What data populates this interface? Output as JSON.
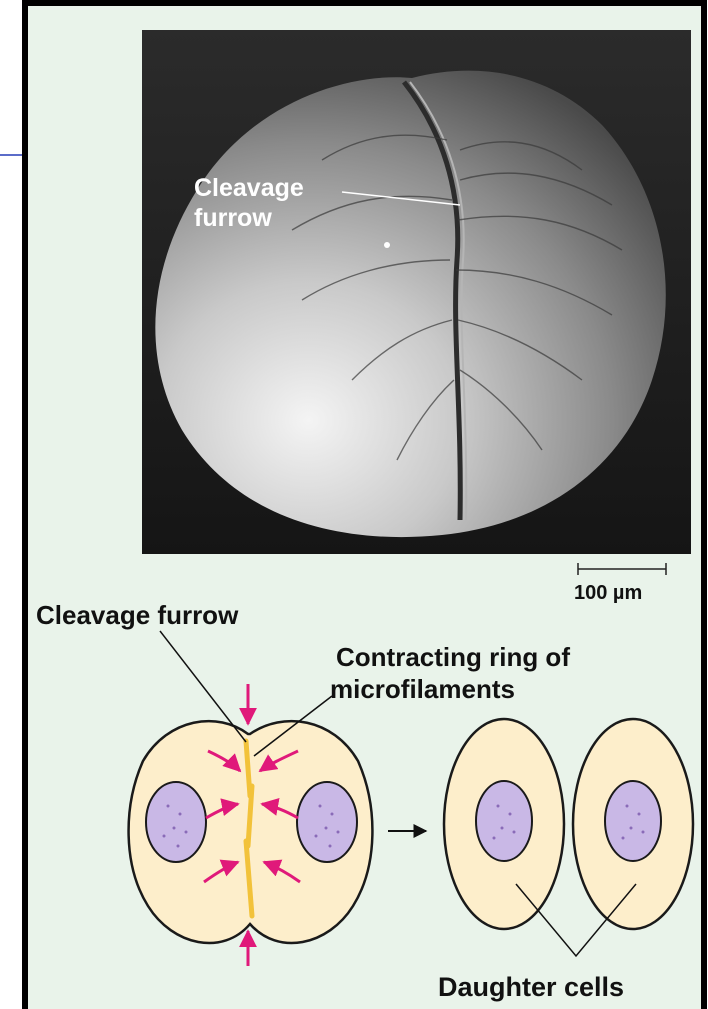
{
  "photo": {
    "label_line1": "Cleavage",
    "label_line2": "furrow"
  },
  "scale_bar": {
    "label": "100 µm"
  },
  "diagram": {
    "label_cleavage_furrow": "Cleavage furrow",
    "label_ring_line1": "Contracting ring of",
    "label_ring_line2": "microfilaments",
    "label_daughter_cells": "Daughter cells"
  },
  "colors": {
    "background": "#e9f3ea",
    "cytoplasm": "#fdeecb",
    "nucleus": "#c9b8e6",
    "force_arrow": "#e0197a",
    "microfilament": "#f2c23a"
  }
}
